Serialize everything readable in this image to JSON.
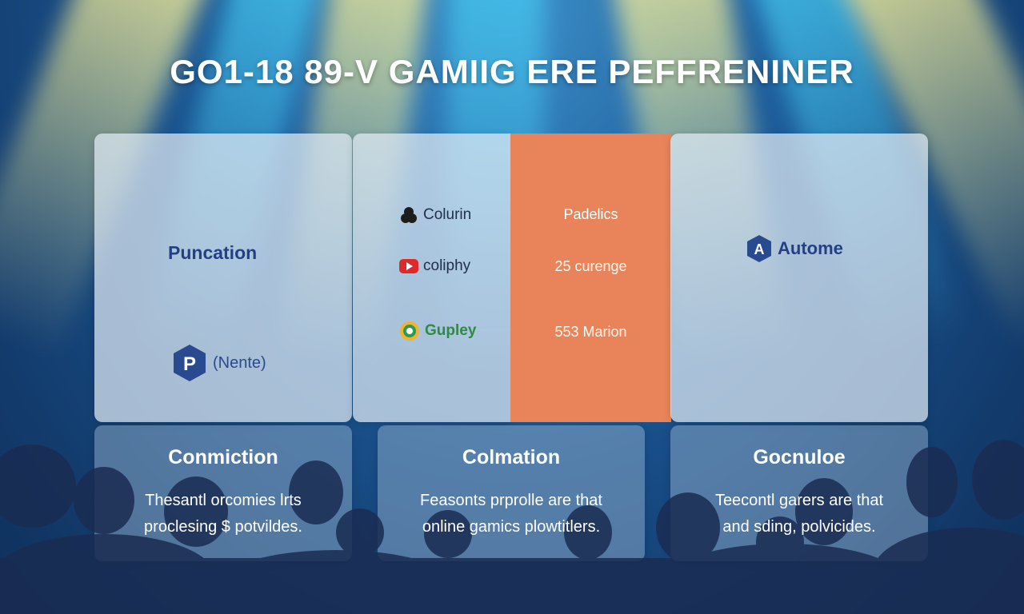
{
  "title": "GO1-18 89-V GAMIIG ERE PEFFRENINER",
  "left_panel": {
    "heading": "Puncation",
    "logo_label": "(Nente)"
  },
  "mid_panel": {
    "items": [
      {
        "label": "Colurin",
        "icon": "dark-blob-icon"
      },
      {
        "label": "coliphy",
        "icon": "play-button-icon"
      },
      {
        "label": "Gupley",
        "icon": "swirl-logo-icon"
      }
    ]
  },
  "orange_panel": {
    "items": [
      "Padelics",
      "25 curenge",
      "553 Marion"
    ],
    "color": "#e9845a"
  },
  "right_panel": {
    "heading": "Autome",
    "icon": "a-hexagon-icon"
  },
  "cards": [
    {
      "title": "Conmiction",
      "line1": "Thesantl orcomies lrts",
      "line2": "proclesing $ potvildes."
    },
    {
      "title": "Colmation",
      "line1": "Feasonts prprolle are that",
      "line2": "online gamics plowtitlers."
    },
    {
      "title": "Gocnuloe",
      "line1": "Teecontl garers are that",
      "line2": "and sding, polvicides."
    }
  ]
}
